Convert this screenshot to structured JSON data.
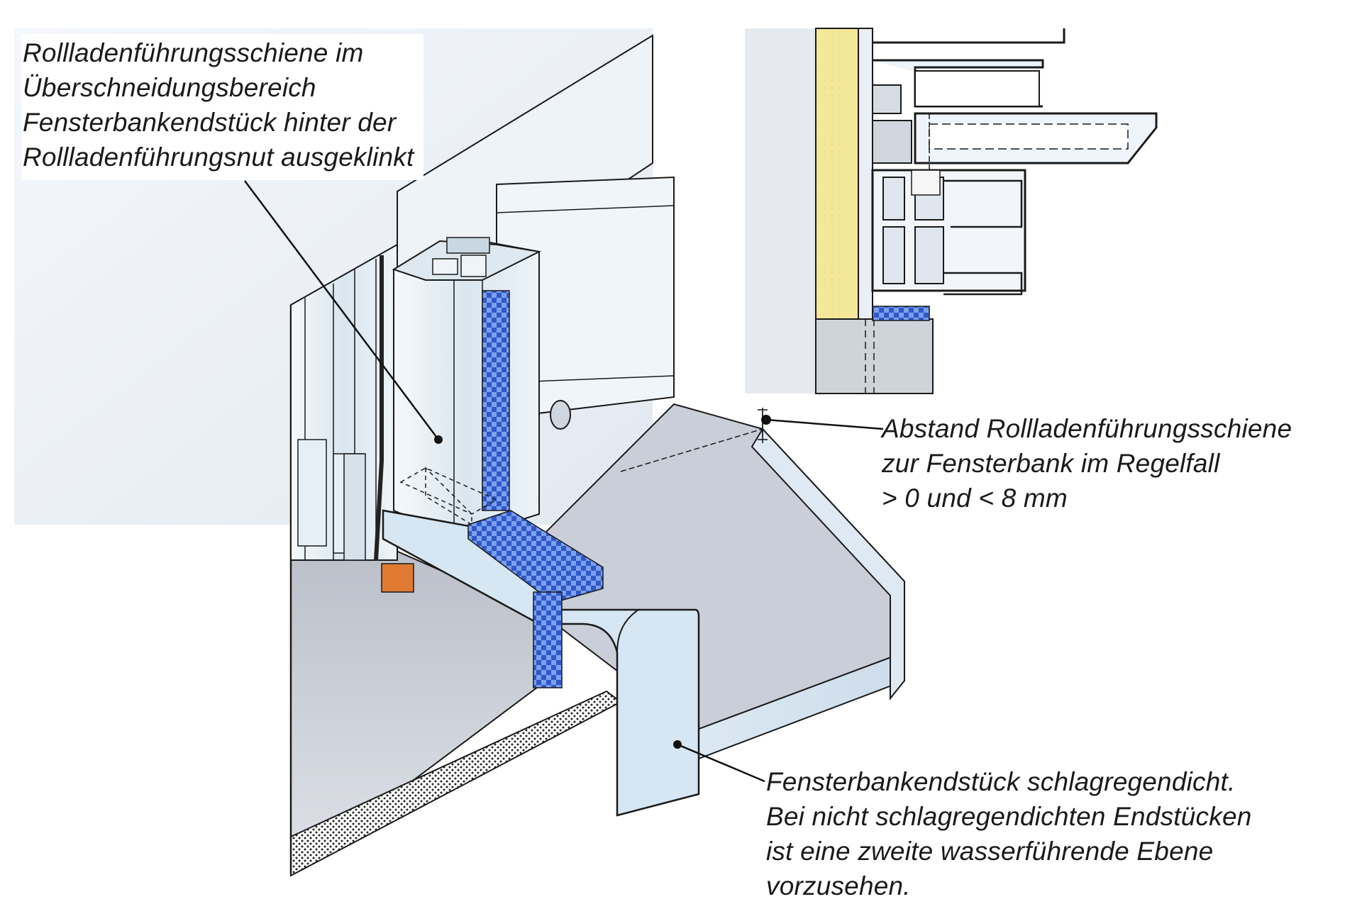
{
  "annotations": {
    "rail": {
      "lines": [
        "Rollladenführungsschiene im",
        "Überschneidungsbereich",
        "Fensterbankendstück hinter der",
        "Rollladenführungsnut ausgeklinkt"
      ]
    },
    "gap": {
      "lines": [
        "Abstand Rollladenführungsschiene",
        "zur Fensterbank im Regelfall",
        "> 0 und < 8 mm"
      ]
    },
    "end_cap": {
      "lines": [
        "Fensterbankendstück schlagregendicht.",
        "Bei nicht schlagregendichten Endstücken",
        "ist eine zweite wasserführende Ebene",
        "vorzusehen."
      ]
    }
  },
  "colors": {
    "outline": "#111111",
    "sill_top": "#c9ced8",
    "sill_front": "#d7e6f2",
    "profile": "#e4eef6",
    "seal_blue": "#2f58c8",
    "seal_light": "#7da0ee",
    "insulation_yellow": "#f3e79a",
    "wall_grey": "#cfd3da",
    "spacer_orange": "#e07a32"
  },
  "icons": [
    "leader-dot",
    "dimension-marker"
  ]
}
